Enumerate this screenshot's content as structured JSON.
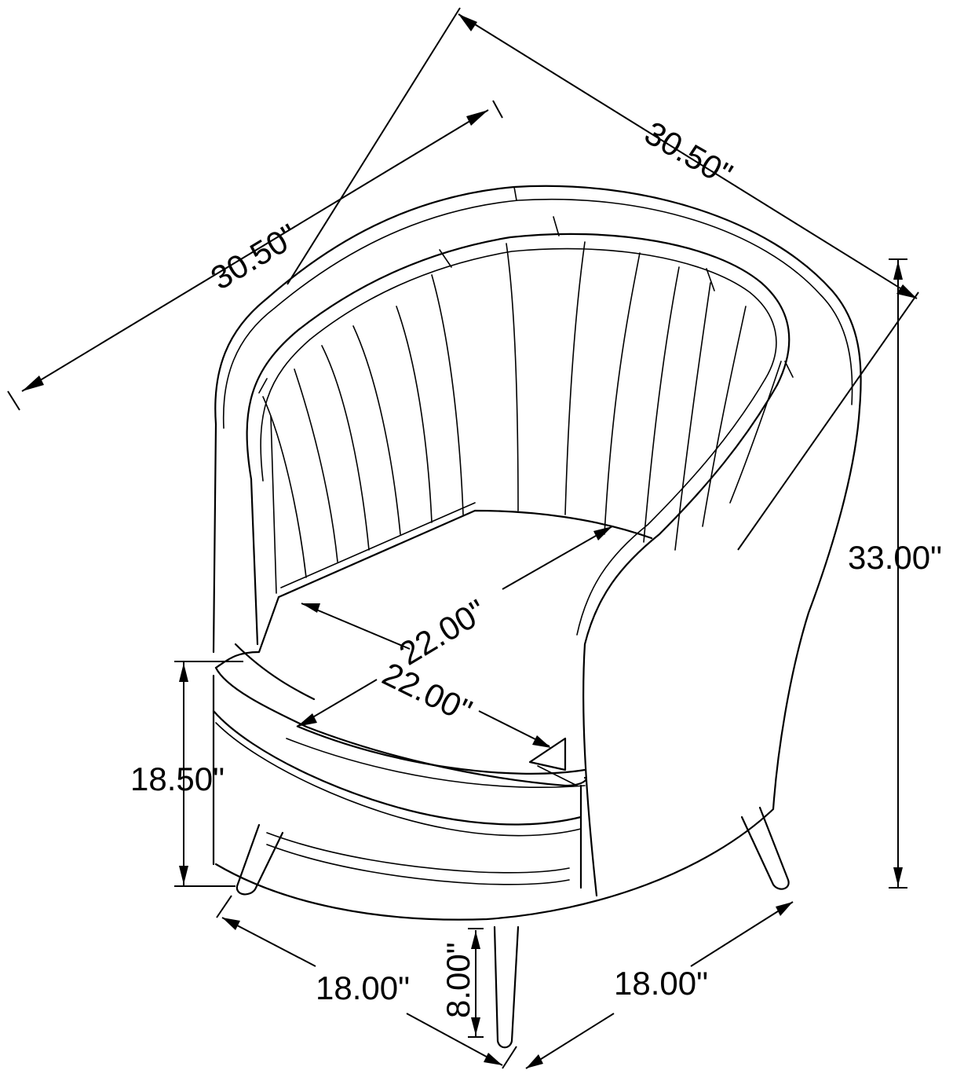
{
  "figure": {
    "subject": "Barrel accent chair with channel-tufted back and tapered legs",
    "view": "isometric line drawing",
    "line_color": "#000000",
    "background_color": "#ffffff"
  },
  "dimensions": {
    "overall_width": {
      "label": "30.50\"",
      "value": 30.5,
      "unit": "in"
    },
    "overall_depth": {
      "label": "30.50\"",
      "value": 30.5,
      "unit": "in"
    },
    "overall_height": {
      "label": "33.00\"",
      "value": 33.0,
      "unit": "in"
    },
    "seat_width": {
      "label": "22.00\"",
      "value": 22.0,
      "unit": "in"
    },
    "seat_depth": {
      "label": "22.00\"",
      "value": 22.0,
      "unit": "in"
    },
    "seat_height": {
      "label": "18.50\"",
      "value": 18.5,
      "unit": "in"
    },
    "leg_height": {
      "label": "8.00\"",
      "value": 8.0,
      "unit": "in"
    },
    "leg_span_left": {
      "label": "18.00\"",
      "value": 18.0,
      "unit": "in"
    },
    "leg_span_right": {
      "label": "18.00\"",
      "value": 18.0,
      "unit": "in"
    }
  }
}
